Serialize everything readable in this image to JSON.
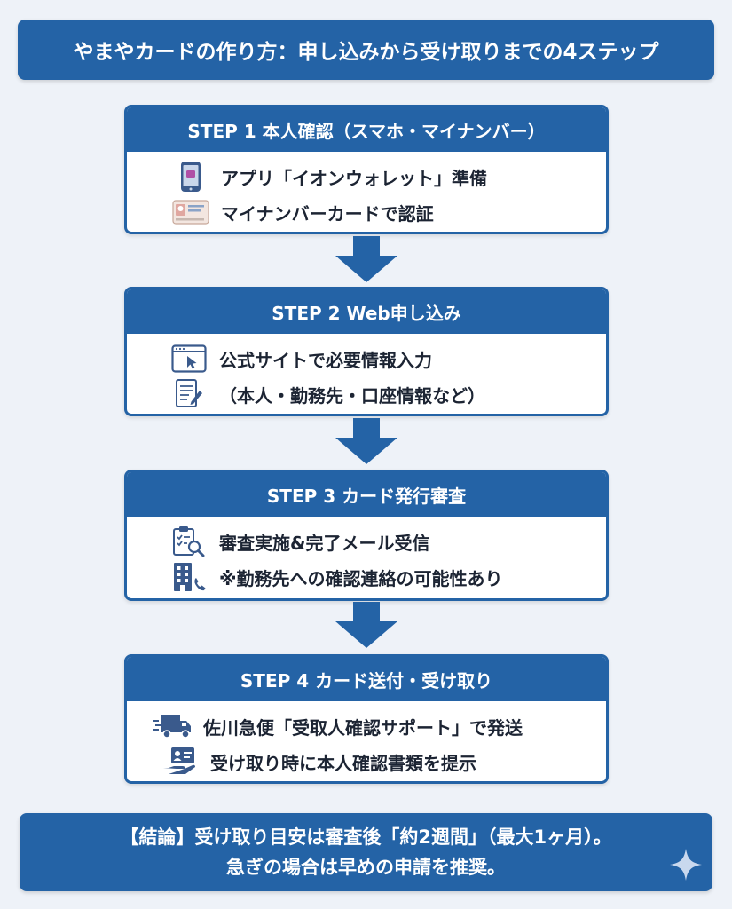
{
  "title": "やまやカードの作り方：申し込みから受け取りまでの4ステップ",
  "steps": [
    {
      "header": "STEP 1 本人確認（スマホ・マイナンバー）",
      "items": [
        {
          "icon": "smartphone-icon",
          "text": "アプリ「イオンウォレット」準備"
        },
        {
          "icon": "id-card-icon",
          "text": "マイナンバーカードで認証"
        }
      ]
    },
    {
      "header": "STEP 2 Web申し込み",
      "items": [
        {
          "icon": "browser-window-icon",
          "text": "公式サイトで必要情報入力"
        },
        {
          "icon": "form-pencil-icon",
          "text": "（本人・勤務先・口座情報など）"
        }
      ]
    },
    {
      "header": "STEP 3 カード発行審査",
      "items": [
        {
          "icon": "clipboard-search-icon",
          "text": "審査実施&完了メール受信"
        },
        {
          "icon": "office-phone-icon",
          "text": "※勤務先への確認連絡の可能性あり"
        }
      ]
    },
    {
      "header": "STEP 4 カード送付・受け取り",
      "items": [
        {
          "icon": "delivery-truck-icon",
          "text": "佐川急便「受取人確認サポート」で発送"
        },
        {
          "icon": "hand-id-icon",
          "text": "受け取り時に本人確認書類を提示"
        }
      ]
    }
  ],
  "conclusion": {
    "line1": "【結論】受け取り目安は審査後「約2週間」（最大1ヶ月）。",
    "line2": "急ぎの場合は早めの申請を推奨。"
  },
  "colors": {
    "primary": "#2463a6",
    "background": "#eef2f8",
    "text": "#1c2433"
  }
}
